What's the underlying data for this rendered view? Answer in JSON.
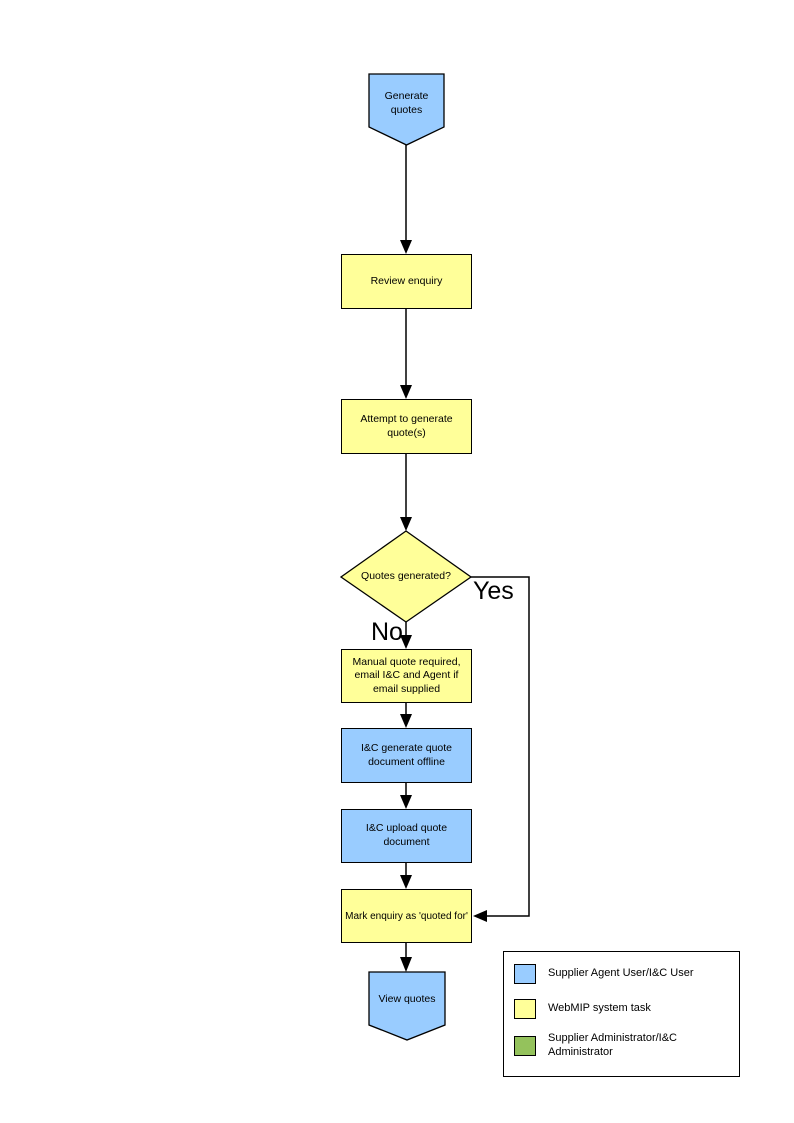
{
  "diagram": {
    "nodes": {
      "generate_quotes": {
        "label": "Generate quotes",
        "type": "pentagon",
        "fill": "#99CCFF"
      },
      "review_enquiry": {
        "label": "Review enquiry",
        "type": "process",
        "fill": "#FFFF99"
      },
      "attempt_generate": {
        "label": "Attempt to generate quote(s)",
        "type": "process",
        "fill": "#FFFF99"
      },
      "quotes_generated": {
        "label": "Quotes generated?",
        "type": "decision",
        "fill": "#FFFF99"
      },
      "manual_quote": {
        "label": "Manual quote required, email I&C and Agent if email supplied",
        "type": "process",
        "fill": "#FFFF99"
      },
      "generate_offline": {
        "label": "I&C generate quote document offline",
        "type": "process",
        "fill": "#99CCFF"
      },
      "upload_document": {
        "label": "I&C upload quote document",
        "type": "process",
        "fill": "#99CCFF"
      },
      "mark_enquiry": {
        "label": "Mark enquiry as 'quoted for'",
        "type": "process",
        "fill": "#FFFF99"
      },
      "view_quotes": {
        "label": "View quotes",
        "type": "pentagon",
        "fill": "#99CCFF"
      }
    },
    "branch_labels": {
      "yes": "Yes",
      "no": "No"
    },
    "legend": {
      "items": [
        {
          "label": "Supplier Agent User/I&C User",
          "color": "#99CCFF"
        },
        {
          "label": "WebMIP system task",
          "color": "#FFFF99"
        },
        {
          "label": "Supplier Administrator/I&C Administrator",
          "color": "#94C25C"
        }
      ]
    },
    "colors": {
      "node_blue": "#99CCFF",
      "node_yellow": "#FFFF99",
      "legend_green": "#94C25C",
      "line": "#000000",
      "background": "#FFFFFF"
    }
  }
}
